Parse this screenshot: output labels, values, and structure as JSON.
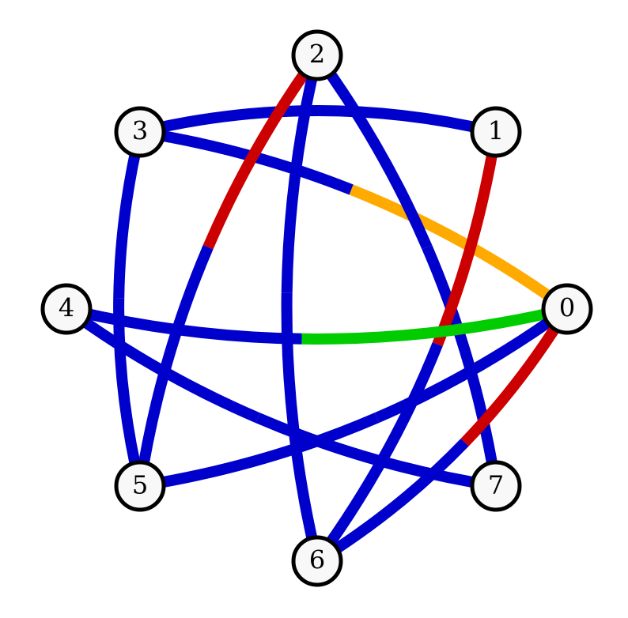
{
  "colors": {
    "blue": "#0000cc",
    "red": "#cc0000",
    "orange": "#ffaa00",
    "green": "#00cc00",
    "node_fill": "#f8f8f8",
    "node_stroke": "#000000"
  },
  "nodes": [
    {
      "id": "0",
      "label": "0"
    },
    {
      "id": "1",
      "label": "1"
    },
    {
      "id": "2",
      "label": "2"
    },
    {
      "id": "3",
      "label": "3"
    },
    {
      "id": "4",
      "label": "4"
    },
    {
      "id": "5",
      "label": "5"
    },
    {
      "id": "6",
      "label": "6"
    },
    {
      "id": "7",
      "label": "7"
    }
  ],
  "edges": [
    {
      "from": "3",
      "to": "1",
      "color_start": "blue",
      "color_end": "blue"
    },
    {
      "from": "3",
      "to": "0",
      "color_start": "blue",
      "color_end": "orange"
    },
    {
      "from": "3",
      "to": "5",
      "color_start": "blue",
      "color_end": "blue"
    },
    {
      "from": "2",
      "to": "5",
      "color_start": "red",
      "color_end": "blue"
    },
    {
      "from": "2",
      "to": "6",
      "color_start": "blue",
      "color_end": "blue"
    },
    {
      "from": "2",
      "to": "7",
      "color_start": "blue",
      "color_end": "blue"
    },
    {
      "from": "1",
      "to": "6",
      "color_start": "red",
      "color_end": "blue"
    },
    {
      "from": "4",
      "to": "0",
      "color_start": "blue",
      "color_end": "green"
    },
    {
      "from": "4",
      "to": "7",
      "color_start": "blue",
      "color_end": "blue"
    },
    {
      "from": "0",
      "to": "5",
      "color_start": "blue",
      "color_end": "blue"
    },
    {
      "from": "0",
      "to": "6",
      "color_start": "red",
      "color_end": "blue"
    }
  ]
}
